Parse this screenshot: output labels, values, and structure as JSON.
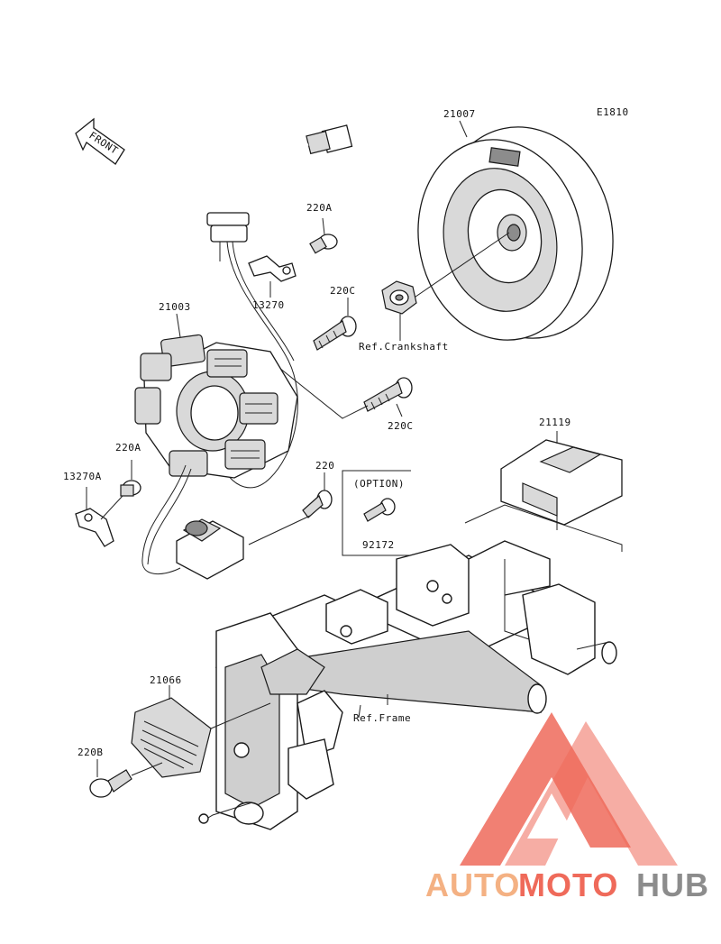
{
  "diagram_code": "E1810",
  "front_label": "FRONT",
  "labels": {
    "p21007": "21007",
    "p220A_top": "220A",
    "p13270": "13270",
    "p220C_top": "220C",
    "p21003": "21003",
    "ref_crankshaft": "Ref.Crankshaft",
    "p220C_bottom": "220C",
    "p21119": "21119",
    "p220A_mid": "220A",
    "p13270A": "13270A",
    "p220": "220",
    "option": "(OPTION)",
    "p92172": "92172",
    "p21066": "21066",
    "ref_frame": "Ref.Frame",
    "p220B": "220B"
  },
  "watermark": {
    "part1": "AUTO",
    "part2": "MOTO",
    "part3": "HUB",
    "color_orange": "#f4b183",
    "color_red": "#ef6a5a",
    "color_gray": "#8c8c8c"
  }
}
